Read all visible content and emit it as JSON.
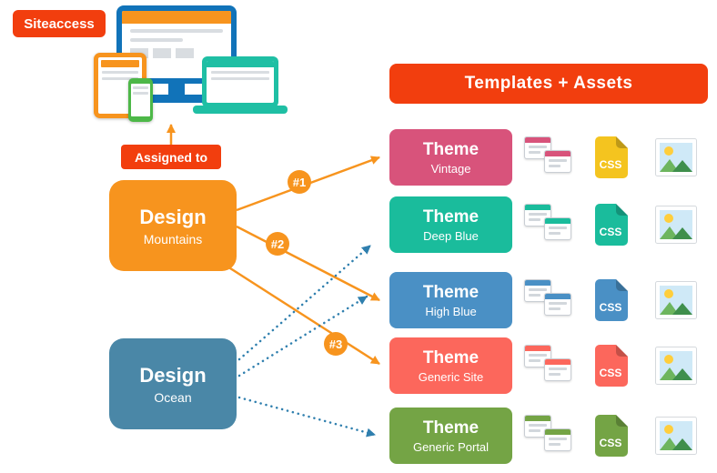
{
  "badges": {
    "siteaccess": "Siteaccess",
    "assigned_to": "Assigned to"
  },
  "header": {
    "title": "Templates + Assets"
  },
  "designs": [
    {
      "title": "Design",
      "subtitle": "Mountains",
      "color": "#f7941e"
    },
    {
      "title": "Design",
      "subtitle": "Ocean",
      "color": "#4a87a7"
    }
  ],
  "themes": [
    {
      "title": "Theme",
      "subtitle": "Vintage",
      "color": "#d8537b",
      "css_color": "#f4c41f"
    },
    {
      "title": "Theme",
      "subtitle": "Deep Blue",
      "color": "#1abc9c",
      "css_color": "#1abc9c"
    },
    {
      "title": "Theme",
      "subtitle": "High Blue",
      "color": "#4a90c5",
      "css_color": "#4a90c5"
    },
    {
      "title": "Theme",
      "subtitle": "Generic Site",
      "color": "#fc675c",
      "css_color": "#fc675c"
    },
    {
      "title": "Theme",
      "subtitle": "Generic Portal",
      "color": "#74a445",
      "css_color": "#74a445"
    }
  ],
  "css_file_label": "CSS",
  "arrow_labels": [
    "#1",
    "#2",
    "#3"
  ],
  "colors": {
    "accent_red": "#f23e0e",
    "solid_arrow": "#f7941e",
    "dotted_arrow": "#2f7fae"
  }
}
